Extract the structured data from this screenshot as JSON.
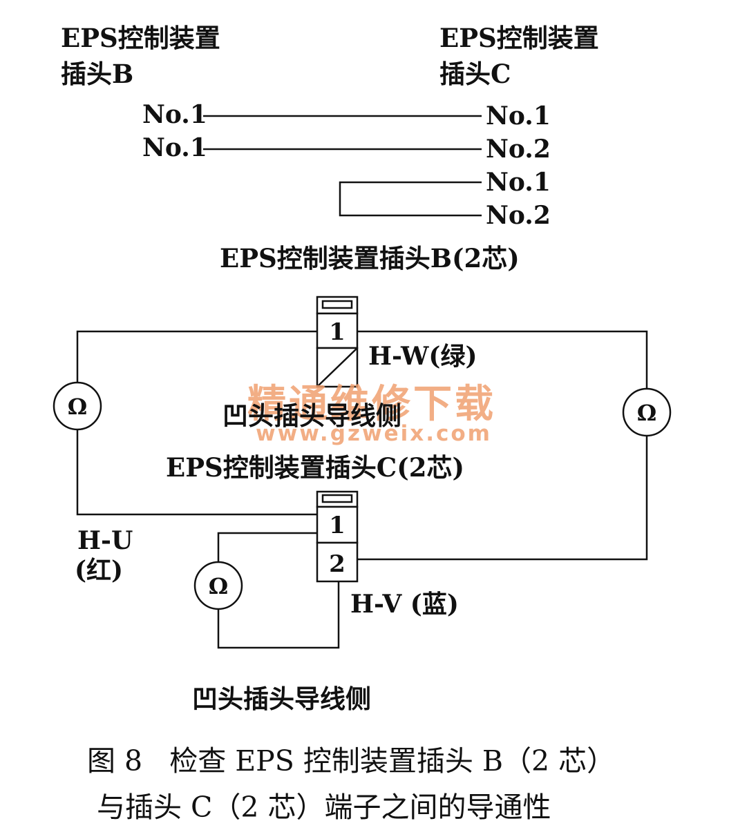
{
  "top": {
    "plug_b_title_line1": "EPS控制装置",
    "plug_b_title_line2": "插头B",
    "plug_c_title_line1": "EPS控制装置",
    "plug_c_title_line2": "插头C",
    "rows": [
      {
        "left": "No.1",
        "right": "No.1"
      },
      {
        "left": "No.1",
        "right": "No.2"
      },
      {
        "right": "No.1"
      },
      {
        "right": "No.2"
      }
    ]
  },
  "bottom": {
    "connector_b_title": "EPS控制装置插头B(2芯)",
    "connector_b_pin": "1",
    "wire_hw": "H-W(绿)",
    "side_label_1": "凹头插头导线侧",
    "connector_c_title": "EPS控制装置插头C(2芯)",
    "connector_c_pins": [
      "1",
      "2"
    ],
    "wire_hu_line1": "H-U",
    "wire_hu_line2": "(红)",
    "wire_hv": "H-V (蓝)",
    "side_label_2": "凹头插头导线侧",
    "meter_symbol": "Ω"
  },
  "watermark": {
    "line1": "精通维修下载",
    "line2": "www.gzweix.com",
    "color": "#f0a070"
  },
  "caption": {
    "line1": "图 8   检查 EPS 控制装置插头 B（2 芯）",
    "line2": "与插头 C（2 芯）端子之间的导通性"
  }
}
